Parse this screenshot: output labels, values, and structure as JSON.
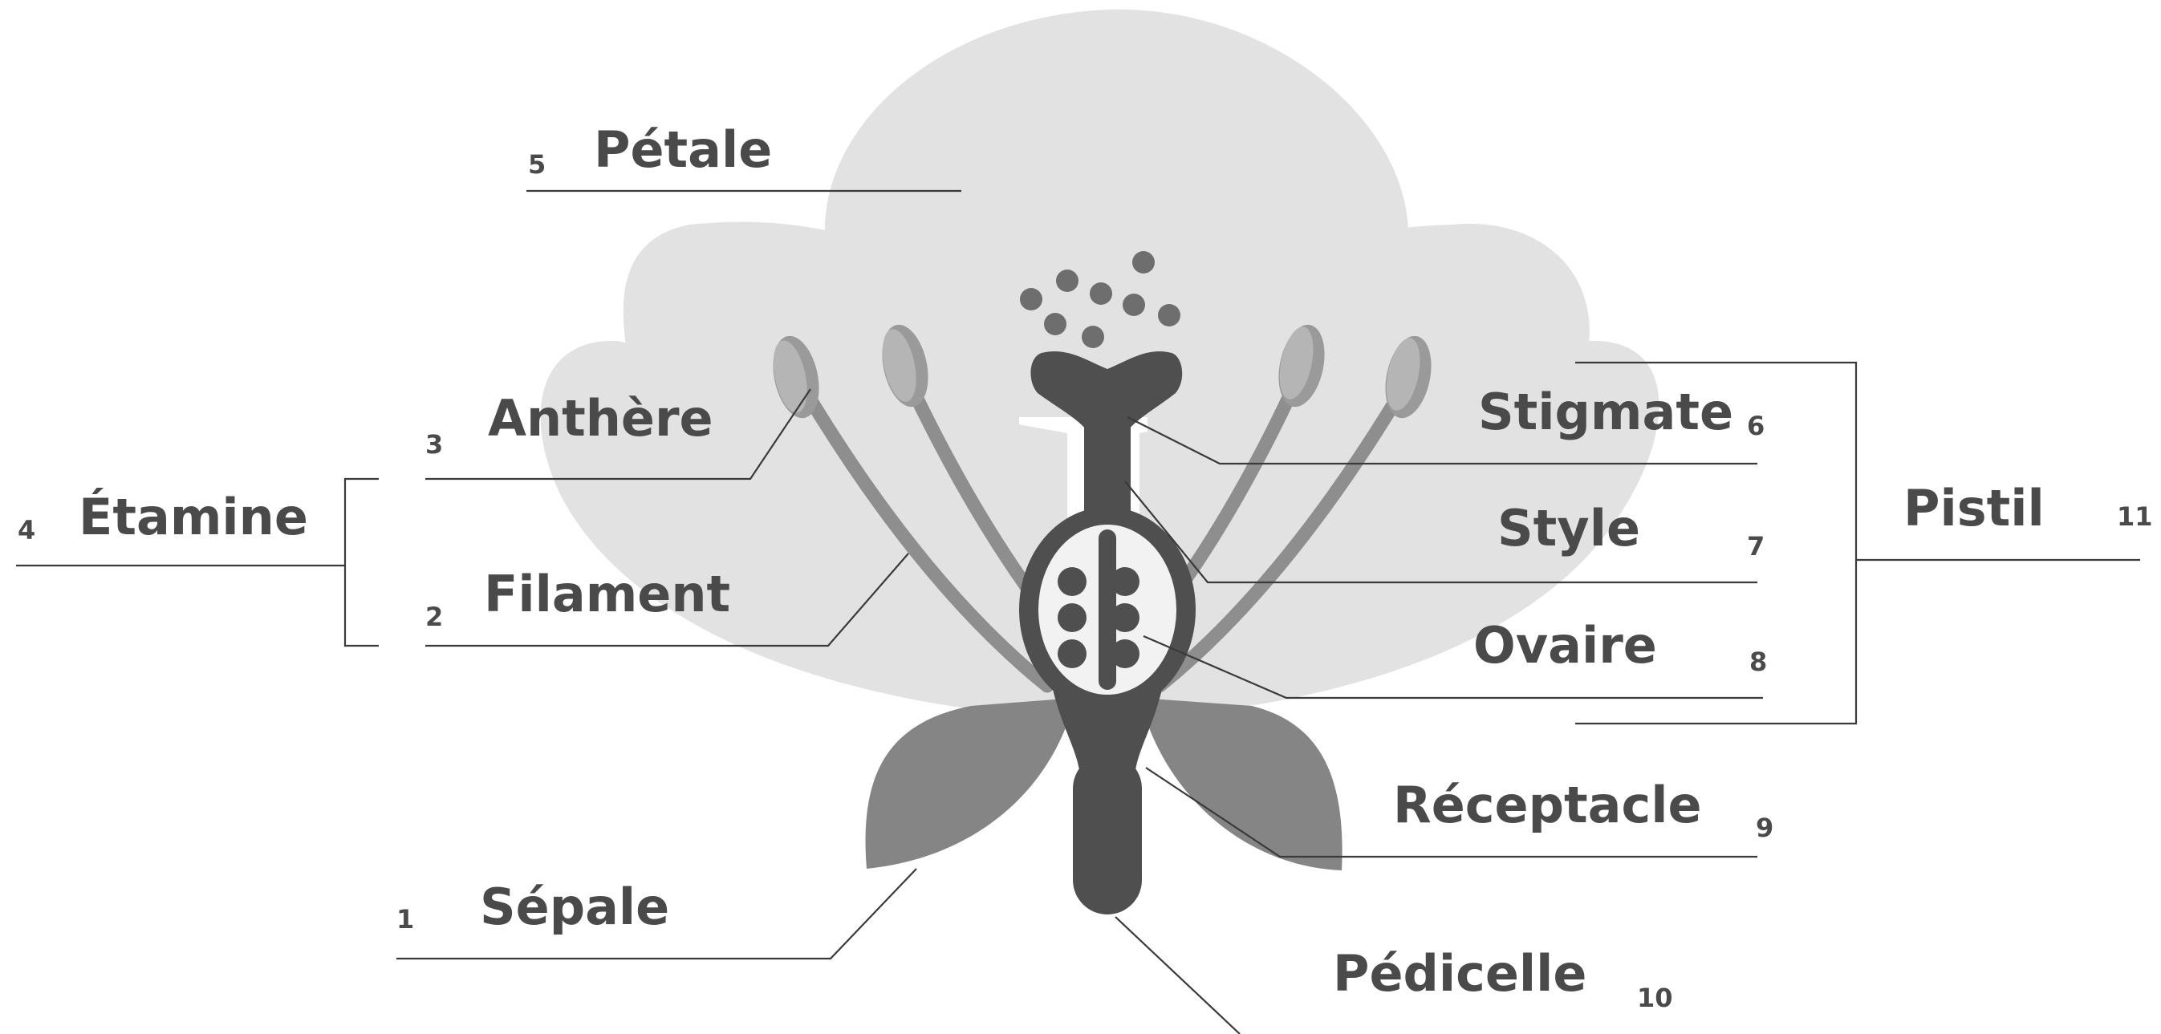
{
  "labels": {
    "sepale": {
      "number": "1",
      "text": "Sépale"
    },
    "filament": {
      "number": "2",
      "text": "Filament"
    },
    "anthere": {
      "number": "3",
      "text": "Anthère"
    },
    "etamine": {
      "number": "4",
      "text": "Étamine"
    },
    "petale": {
      "number": "5",
      "text": "Pétale"
    },
    "stigmate": {
      "number": "6",
      "text": "Stigmate"
    },
    "style": {
      "number": "7",
      "text": "Style"
    },
    "ovaire": {
      "number": "8",
      "text": "Ovaire"
    },
    "receptacle": {
      "number": "9",
      "text": "Réceptacle"
    },
    "pedicelle": {
      "number": "10",
      "text": "Pédicelle"
    },
    "pistil": {
      "number": "11",
      "text": "Pistil"
    }
  },
  "colors": {
    "petal": "#e2e2e2",
    "sepal": "#858585",
    "stamen": "#8e8e8e",
    "anther_light": "#b5b5b5",
    "pistil": "#4f4f4f",
    "ovary_inside": "#f2f2f2",
    "text": "#4a4a4a",
    "leader_line": "#3a3a3a"
  }
}
